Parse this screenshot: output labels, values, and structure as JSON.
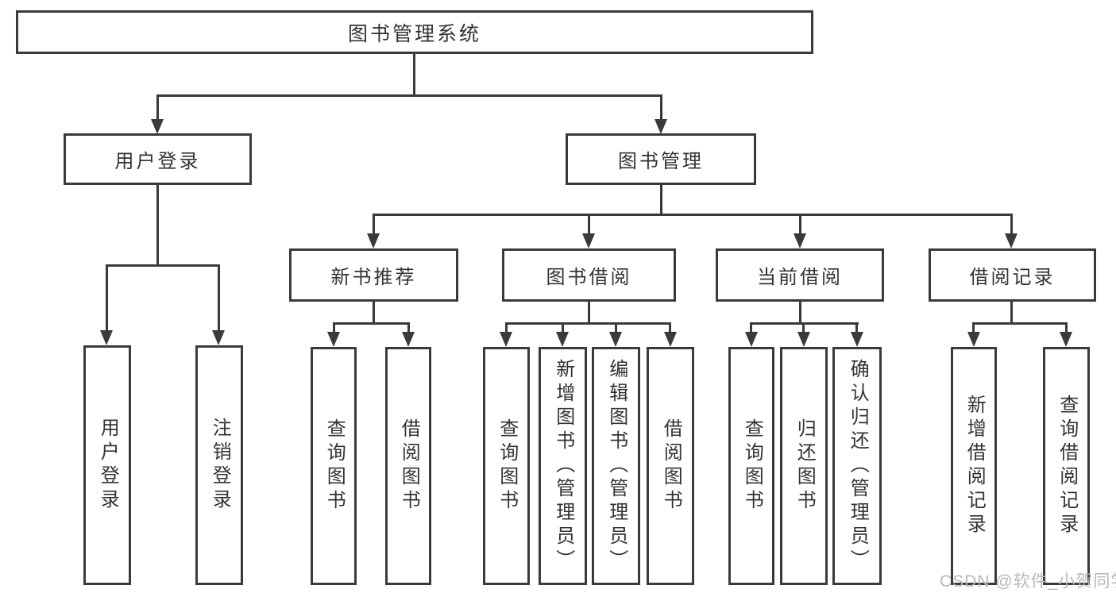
{
  "diagram": {
    "title": "图书管理系统",
    "tree": {
      "root": "图书管理系统",
      "user_login": {
        "label": "用户登录",
        "children": {
          "login": "用户登录",
          "logout": "注销登录"
        }
      },
      "book_management": {
        "label": "图书管理",
        "children": {
          "new_book_recommend": {
            "label": "新书推荐",
            "children": {
              "query_books": "查询图书",
              "borrow_books": "借阅图书"
            }
          },
          "book_borrowing": {
            "label": "图书借阅",
            "children": {
              "query_books": "查询图书",
              "add_books": "新增图书（管理员）",
              "edit_books": "编辑图书（管理员）",
              "borrow_books": "借阅图书"
            }
          },
          "current_borrowing": {
            "label": "当前借阅",
            "children": {
              "query_books": "查询图书",
              "return_books": "归还图书",
              "confirm_return": "确认归还（管理员）"
            }
          },
          "borrowing_records": {
            "label": "借阅记录",
            "children": {
              "add_record": "新增借阅记录",
              "query_record": "查询借阅记录"
            }
          }
        }
      }
    },
    "colors": {
      "line": "#3a3a3a",
      "text": "#333333",
      "background": "#ffffff",
      "watermark": "#b9b9b9"
    }
  },
  "watermark": {
    "text": "CSDN @软件_小贺同学"
  }
}
